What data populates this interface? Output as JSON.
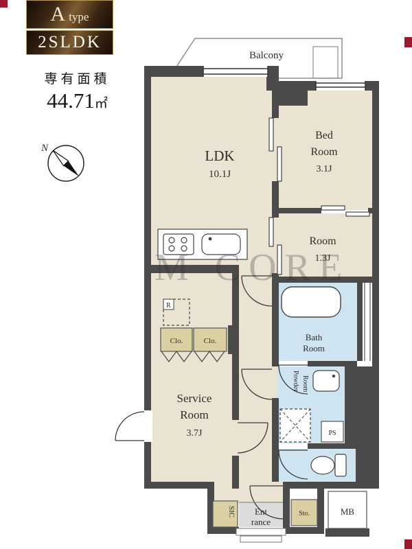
{
  "header": {
    "type_initial": "A",
    "type_rest": "type",
    "plan_type": "2SLDK",
    "area_label": "専有面積",
    "area_value": "44.71",
    "area_unit": "㎡",
    "compass_north": "N"
  },
  "watermark": "M CORE",
  "rooms": {
    "balcony": "Balcony",
    "ldk_name": "LDK",
    "ldk_size": "10.1J",
    "bedroom_line1": "Bed",
    "bedroom_line2": "Room",
    "bedroom_size": "3.1J",
    "room_name": "Room",
    "room_size": "1.3J",
    "bath_line1": "Bath",
    "bath_line2": "Room",
    "powder_line1": "Powder",
    "powder_line2": "Room",
    "service_line1": "Service",
    "service_line2": "Room",
    "service_size": "3.7J",
    "closet_left": "Clo.",
    "closet_right": "Clo.",
    "fridge": "R",
    "shoe_closet": "SIC",
    "entrance_line1": "Ent",
    "entrance_line2": "rance",
    "storage": "Sto.",
    "meter_box": "MB",
    "pipe_space": "PS"
  },
  "colors": {
    "wall": "#4b4b4b",
    "room_beige": "#eae3d1",
    "wet_blue": "#cfe4f1",
    "closet_tan": "#dbd0a2",
    "accent_red": "#9f1830",
    "badge_gold": "#b99a58"
  }
}
